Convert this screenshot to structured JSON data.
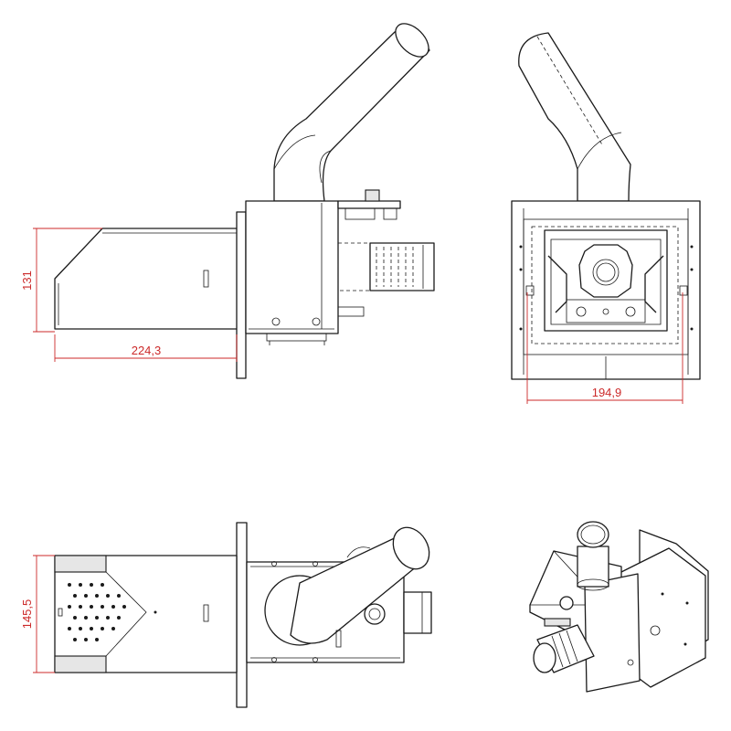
{
  "dimensions": {
    "side_height": "131",
    "side_length": "224,3",
    "front_width": "194,9",
    "top_height": "145,5"
  },
  "colors": {
    "dimension": "#cc2a2a",
    "line": "#1a1a1a",
    "background": "#ffffff"
  }
}
